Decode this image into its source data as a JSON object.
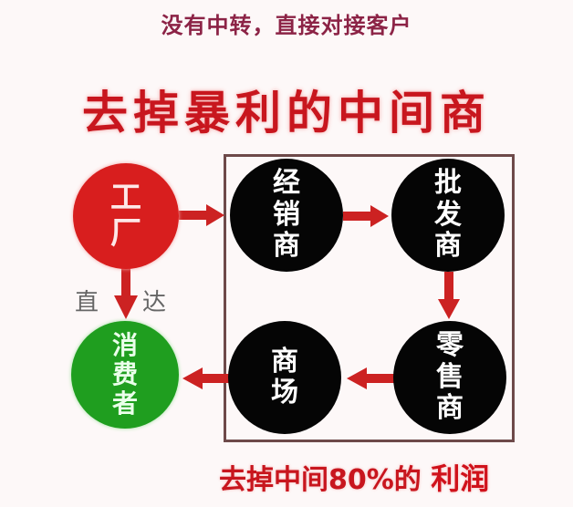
{
  "header": {
    "subtitle": "没有中转，直接对接客户",
    "title": "去掉暴利的中间商"
  },
  "nodes": {
    "factory": {
      "chars": [
        "工",
        "厂"
      ],
      "color": "#d81e1e"
    },
    "consumer": {
      "chars": [
        "消",
        "费",
        "者"
      ],
      "color": "#1f9e1f"
    },
    "dealer": {
      "chars": [
        "经",
        "销",
        "商"
      ],
      "color": "#050505"
    },
    "wholesaler": {
      "chars": [
        "批",
        "发",
        "商"
      ],
      "color": "#050505"
    },
    "retailer": {
      "chars": [
        "零",
        "售",
        "商"
      ],
      "color": "#050505"
    },
    "mall": {
      "chars": [
        "商",
        "场"
      ],
      "color": "#050505"
    }
  },
  "direct": {
    "left": "直",
    "right": "达"
  },
  "footer": {
    "prefix": "去掉中间80%的",
    "emphasis": "利润"
  },
  "colors": {
    "arrow": "#cc2222",
    "box_border": "#6e4a4a"
  }
}
